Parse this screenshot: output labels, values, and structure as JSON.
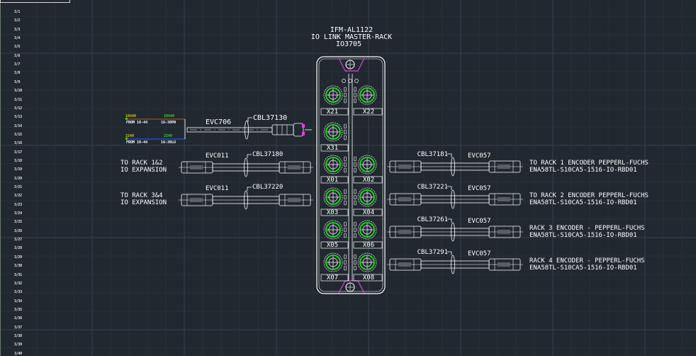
{
  "row_labels": [
    "3/1",
    "3/2",
    "3/3",
    "3/4",
    "3/5",
    "3/6",
    "3/7",
    "3/8",
    "3/9",
    "3/10",
    "3/11",
    "3/12",
    "3/13",
    "3/14",
    "3/15",
    "3/16",
    "3/17",
    "3/18",
    "3/19",
    "3/20",
    "3/21",
    "3/22",
    "3/23",
    "3/24",
    "3/25",
    "3/26",
    "3/27",
    "3/28",
    "3/29",
    "3/30",
    "3/31",
    "3/32",
    "3/33",
    "3/34",
    "3/35",
    "3/36",
    "3/37",
    "3/38",
    "3/39",
    "3/40"
  ],
  "master": {
    "title": "IFM-AL1122",
    "subtitle": "IO LINK MASTER-RACK",
    "code": "IO3705",
    "ports": [
      "X21",
      "X22",
      "X31",
      "X01",
      "X02",
      "X03",
      "X04",
      "X05",
      "X06",
      "X07",
      "X08"
    ]
  },
  "power": {
    "cable_type": "EVC706",
    "cable_id": "CBL37130",
    "wire1_top_left": "10440",
    "wire1_top_right": "10440",
    "wire1_bottom_left": "FROM 10-44",
    "wire1_bottom_right": "16-30PN",
    "wire2_top_left": "2240",
    "wire2_top_right": "2240",
    "wire2_bottom_left": "FROM 10-44",
    "wire2_bottom_right": "16-30LU"
  },
  "left_connections": [
    {
      "cable_type": "EVC011",
      "cable_id": "CBL37180",
      "label1": "TO  RACK 1&2",
      "label2": "IO EXPANSION"
    },
    {
      "cable_type": "EVC011",
      "cable_id": "CBL37220",
      "label1": "TO  RACK 3&4",
      "label2": "IO EXPANSION"
    }
  ],
  "right_connections": [
    {
      "cable_id": "CBL37181",
      "cable_type": "EVC057",
      "label1": "TO RACK 1 ENCODER PEPPERL-FUCHS",
      "label2": "ENA58TL-S10CA5-1516-IO-RBD01"
    },
    {
      "cable_id": "CBL37221",
      "cable_type": "EVC057",
      "label1": "TO RACK 2 ENCODER PEPPERL-FUCHS",
      "label2": "ENA58TL-S10CA5-1516-IO-RBD01"
    },
    {
      "cable_id": "CBL37261",
      "cable_type": "EVC057",
      "label1": "RACK 3 ENCODER - PEPPERL-FUCHS",
      "label2": "ENA58TL-S10CA5-1516-IO-RBD01"
    },
    {
      "cable_id": "CBL37291",
      "cable_type": "EVC057",
      "label1": "RACK 4 ENCODER - PEPPERL-FUCHS",
      "label2": "ENA58TL-S10CA5-1516-IO-RBD01"
    }
  ],
  "colors": {
    "background": "#212830",
    "line": "#ffffff",
    "port_ring": "#22dd22",
    "housing_accent": "#e040e0",
    "wire_brown": "#a0501a",
    "wire_blue": "#1f4fff",
    "wire_label": "#c8c820",
    "wire_label_green": "#44cc22"
  }
}
